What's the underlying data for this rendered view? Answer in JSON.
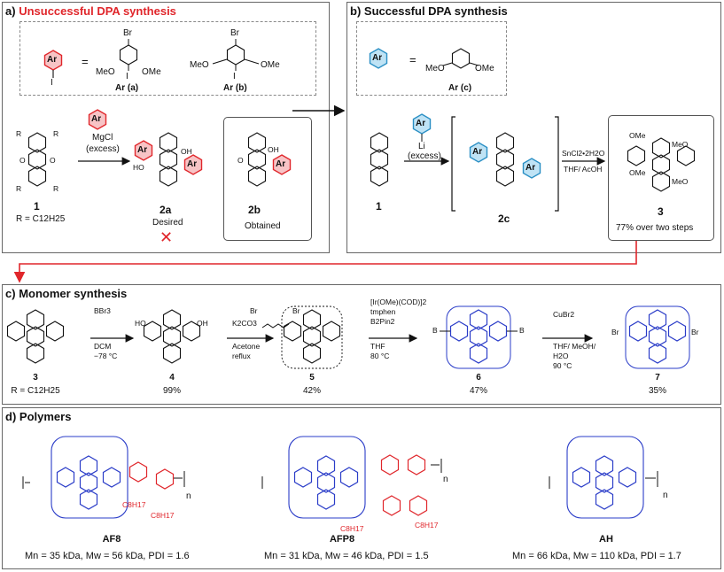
{
  "panel_a": {
    "prefix": "a)",
    "title": "Unsuccessful DPA synthesis",
    "ar_label": "Ar",
    "iodo": "I",
    "equals": "=",
    "ar_a": {
      "br": "Br",
      "meo": "MeO",
      "ome": "OMe",
      "i": "I",
      "name": "Ar (a)"
    },
    "ar_b": {
      "br": "Br",
      "meo": "MeO",
      "ome": "OMe",
      "i": "I",
      "name": "Ar (b)"
    },
    "reagent_ar": "Ar",
    "reagent_1": "MgCl",
    "reagent_2": "(excess)",
    "compound_1": "1",
    "r_def": "R = C12H25",
    "compound_2a": "2a",
    "desired": "Desired",
    "compound_2b": "2b",
    "obtained": "Obtained",
    "cross": "✕",
    "r": "R",
    "o": "O",
    "ho": "HO",
    "oh": "OH"
  },
  "panel_b": {
    "prefix": "b)",
    "title": "Successful DPA synthesis",
    "ar_label": "Ar",
    "equals": "=",
    "ar_c": {
      "meo": "MeO",
      "ome": "OMe",
      "name": "Ar (c)"
    },
    "reagent_ar": "Ar",
    "reagent_1": "Li",
    "reagent_2": "(excess)",
    "compound_1": "1",
    "compound_2c": "2c",
    "cond_1": "SnCl2•2H2O",
    "cond_2": "THF/ AcOH",
    "compound_3": "3",
    "yield_3": "77% over two steps",
    "ome": "OMe",
    "meo": "MeO"
  },
  "panel_c": {
    "prefix": "c)",
    "title": "Monomer synthesis",
    "step1": [
      "BBr3",
      "DCM",
      "−78 °C"
    ],
    "step2": [
      "Br",
      "Br",
      "K2CO3",
      "Acetone",
      "reflux"
    ],
    "step3": [
      "[Ir(OMe)(COD)]2",
      "tmphen",
      "B2Pin2",
      "THF",
      "80 °C"
    ],
    "step4": [
      "CuBr2",
      "THF/ MeOH/",
      "H2O",
      "90 °C"
    ],
    "compounds": [
      {
        "id": "3",
        "yield": "R = C12H25"
      },
      {
        "id": "4",
        "yield": "99%"
      },
      {
        "id": "5",
        "yield": "42%"
      },
      {
        "id": "6",
        "yield": "47%"
      },
      {
        "id": "7",
        "yield": "35%"
      }
    ],
    "ho": "HO",
    "oh": "OH",
    "b": "B",
    "br": "Br"
  },
  "panel_d": {
    "prefix": "d)",
    "title": "Polymers",
    "c8h17": "C8H17",
    "n": "n",
    "polymers": [
      {
        "name": "AF8",
        "props": "Mn = 35 kDa, Mw = 56 kDa, PDI = 1.6"
      },
      {
        "name": "AFP8",
        "props": "Mn = 31 kDa, Mw = 46 kDa, PDI = 1.5"
      },
      {
        "name": "AH",
        "props": "Mn = 66 kDa, Mw = 110 kDa, PDI = 1.7"
      }
    ]
  },
  "colors": {
    "red": "#e0262b",
    "blue": "#2a3cc8",
    "ar_blue_fill": "#bfe3f5",
    "ar_red_fill": "#f7c4c6"
  }
}
